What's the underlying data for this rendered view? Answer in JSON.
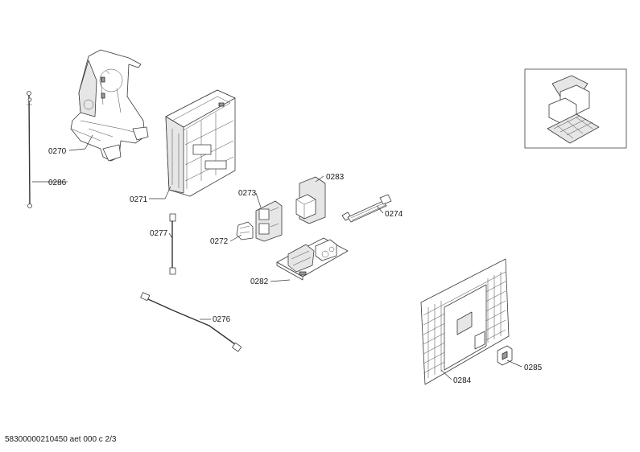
{
  "parts": [
    {
      "id": "p0270",
      "label": "0270"
    },
    {
      "id": "p0271",
      "label": "0271"
    },
    {
      "id": "p0272",
      "label": "0272"
    },
    {
      "id": "p0273",
      "label": "0273"
    },
    {
      "id": "p0274",
      "label": "0274"
    },
    {
      "id": "p0276",
      "label": "0276"
    },
    {
      "id": "p0277",
      "label": "0277"
    },
    {
      "id": "p0282",
      "label": "0282"
    },
    {
      "id": "p0283",
      "label": "0283"
    },
    {
      "id": "p0284",
      "label": "0284"
    },
    {
      "id": "p0285",
      "label": "0285"
    },
    {
      "id": "p0286",
      "label": "0286"
    }
  ],
  "footer": {
    "doc_id": "58300000210450 aet 000 c 2/3"
  }
}
